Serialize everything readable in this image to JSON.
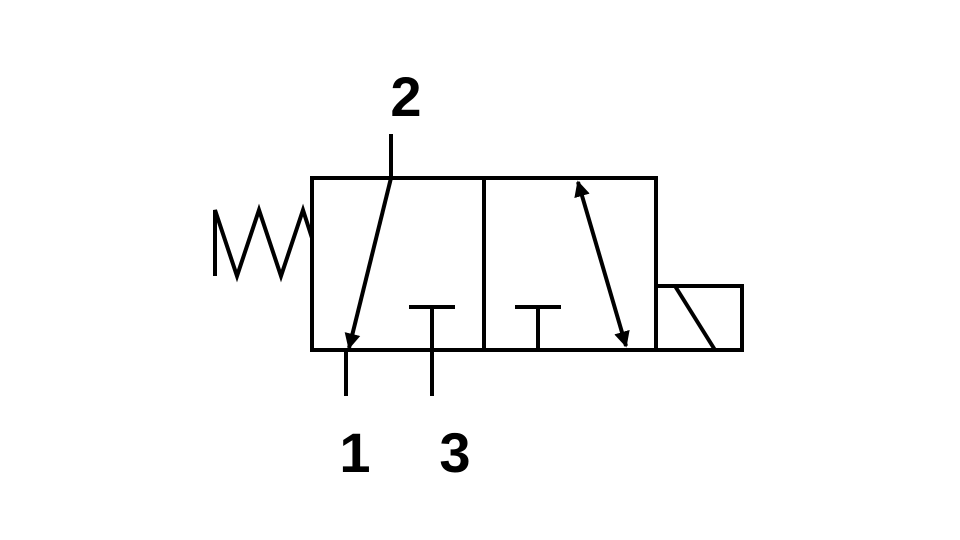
{
  "diagram": {
    "ports": {
      "pressure": "2",
      "inlet": "1",
      "exhaust": "3"
    },
    "colors": {
      "stroke": "#000000",
      "background": "#ffffff"
    }
  }
}
